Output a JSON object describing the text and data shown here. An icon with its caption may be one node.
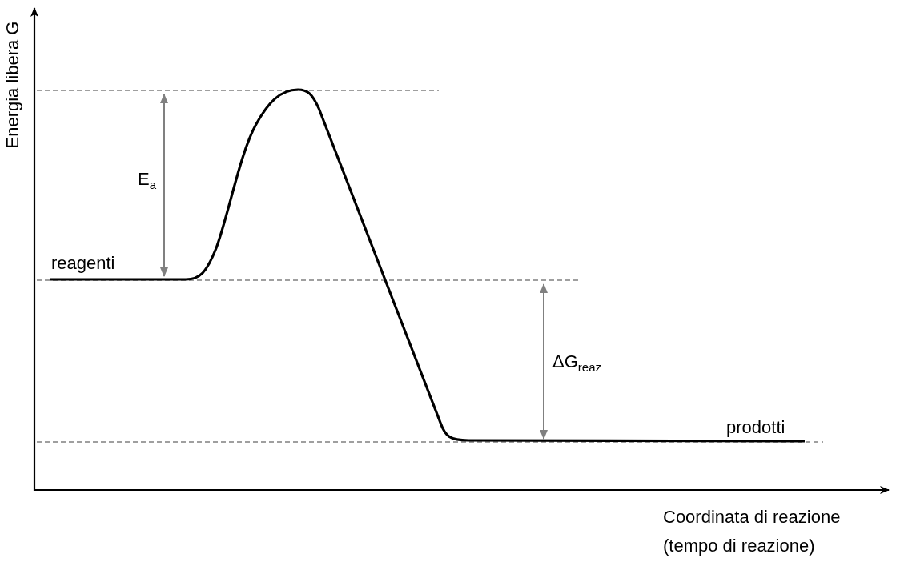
{
  "diagram": {
    "labels": [
      "Energia libera G",
      "E$_{a}$",
      "reagenti",
      "ΔG$_{reaz}$",
      "prodotti",
      "Coordinata di reazione (tempo di reazione)"
    ]
  }
}
